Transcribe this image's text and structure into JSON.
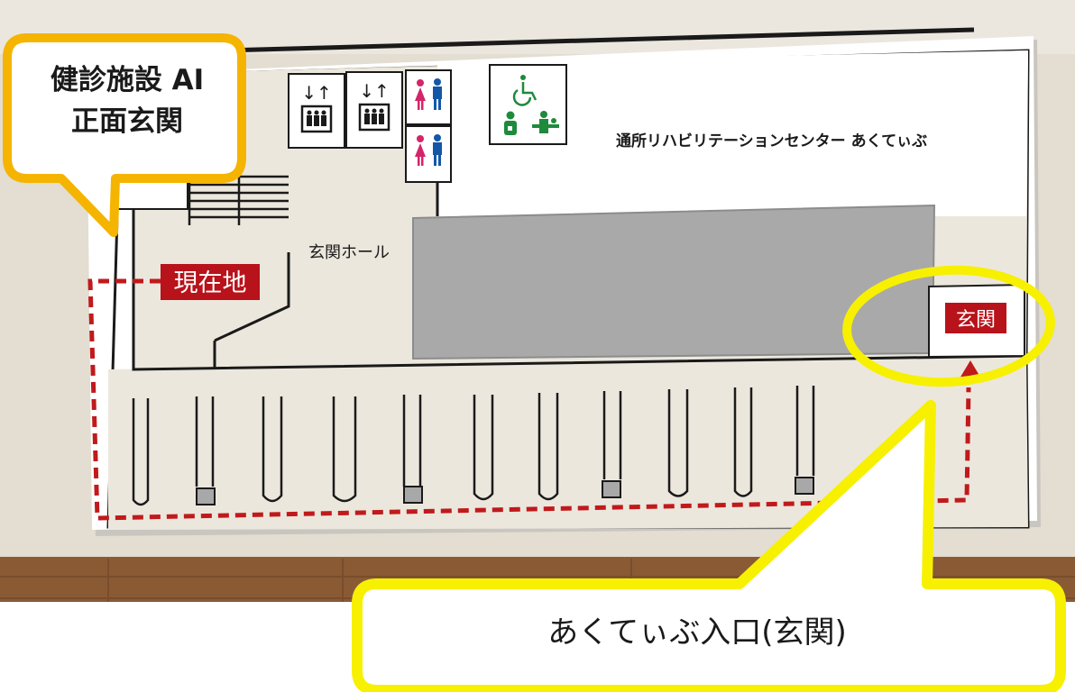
{
  "map": {
    "facility_name": "通所リハビリテーションセンター あくてぃぶ",
    "entrance_hall": "玄関ホール",
    "current_location": "現在地",
    "entrance": "玄関"
  },
  "callouts": {
    "top_left_line1": "健診施設 AI",
    "top_left_line2": "正面玄関",
    "bottom": "あくてぃぶ入口(玄関)"
  },
  "icons": [
    "elevator-icon",
    "elevator-icon",
    "restroom-icon",
    "restroom-icon",
    "wheelchair-icon",
    "ostomate-icon",
    "baby-changing-icon"
  ],
  "colors": {
    "current_location_bg": "#b8121a",
    "route_dash": "#c01a1c",
    "callout_orange": "#f5b400",
    "callout_yellow": "#f7f000",
    "highlight_ring": "#f7f000",
    "accessible_icon": "#1e8a3c",
    "male_icon": "#1457a8",
    "female_icon": "#d4246a"
  }
}
